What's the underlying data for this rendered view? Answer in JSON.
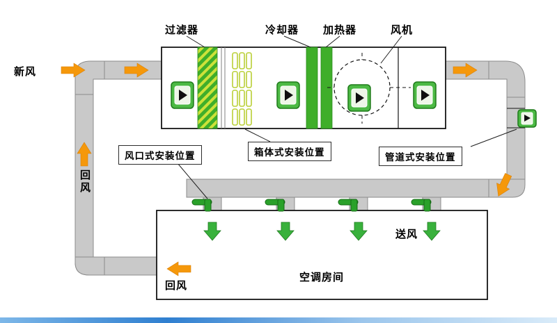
{
  "labels": {
    "fresh_air": "新风",
    "filter": "过滤器",
    "cooler": "冷却器",
    "heater": "加热器",
    "fan": "风机",
    "return_riser": "回风",
    "install_vent": "风口式安装位置",
    "install_box": "箱体式安装位置",
    "install_duct": "管道式安装位置",
    "supply_air": "送风",
    "room": "空调房间",
    "return_bottom": "回风"
  },
  "colors": {
    "duct_fill": "#c9c9c9",
    "duct_stroke": "#8c8c8c",
    "arrow_orange": "#f5980b",
    "green_main": "#3fae2a",
    "sensor_green": "#4cb944",
    "stripe_green": "#3fae2a",
    "stripe_yellow": "#cde23a",
    "outline_black": "#141414",
    "footer_blue": "#2f7fd0"
  },
  "icons": {
    "sensor_glyph": "fan-blade",
    "arrows": "flow-direction"
  }
}
